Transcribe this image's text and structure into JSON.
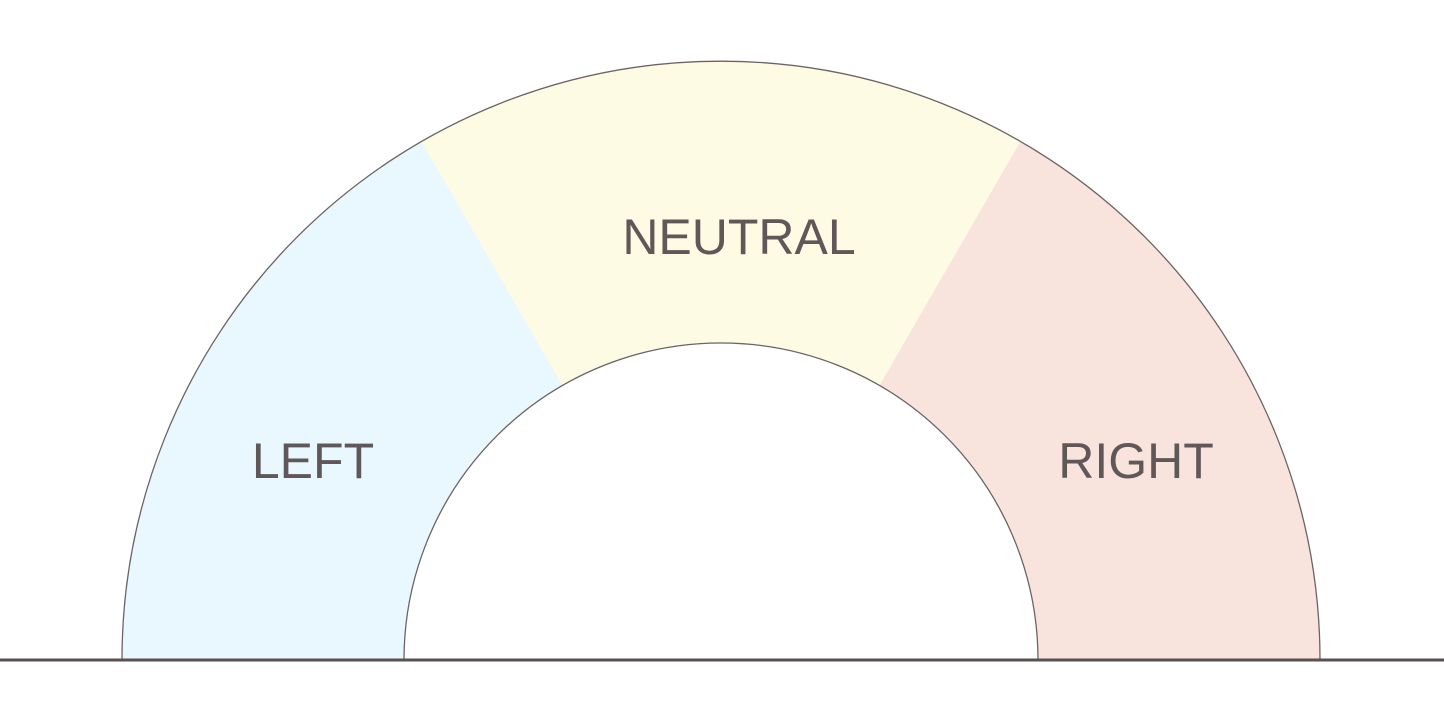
{
  "segments": [
    {
      "id": "left",
      "label": "LEFT",
      "color": "#e9f7fe"
    },
    {
      "id": "neutral",
      "label": "NEUTRAL",
      "color": "#fefbe4"
    },
    {
      "id": "right",
      "label": "RIGHT",
      "color": "#f9e3dd"
    }
  ],
  "colors": {
    "outline": "#6b6364",
    "baseline": "#5a5050",
    "text": "#5f5758",
    "background": "#ffffff"
  }
}
